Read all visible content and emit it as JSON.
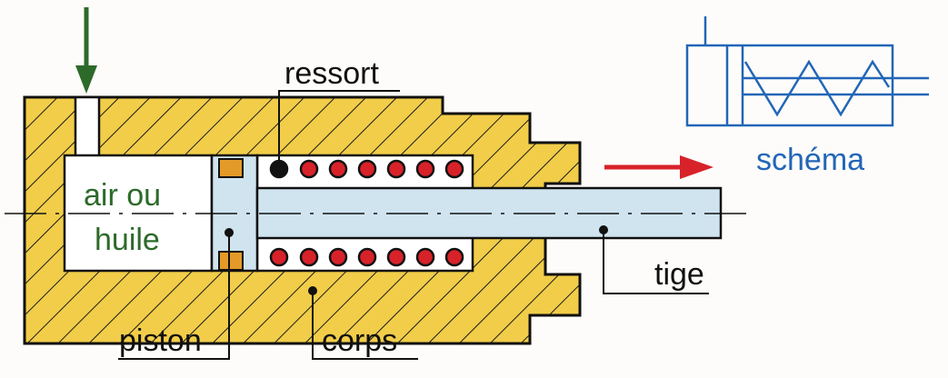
{
  "labels": {
    "spring": "ressort",
    "fluid_line1": "air ou",
    "fluid_line2": "huile",
    "piston": "piston",
    "body": "corps",
    "rod": "tige",
    "schema": "schéma"
  },
  "colors": {
    "body_fill": "#f1cd49",
    "hatch": "#1a1a1a",
    "chamber": "#ffffff",
    "piston_and_rod": "#cfe4ef",
    "seal": "#e39a28",
    "spring_coil": "#d8222a",
    "inlet_arrow": "#2d6a2a",
    "motion_arrow": "#d8222a",
    "fluid_text": "#2d6a2a",
    "schema_blue": "#2266b8",
    "label_text": "#111111"
  },
  "icons": {
    "inlet": "down-arrow-icon",
    "motion": "right-arrow-icon"
  }
}
